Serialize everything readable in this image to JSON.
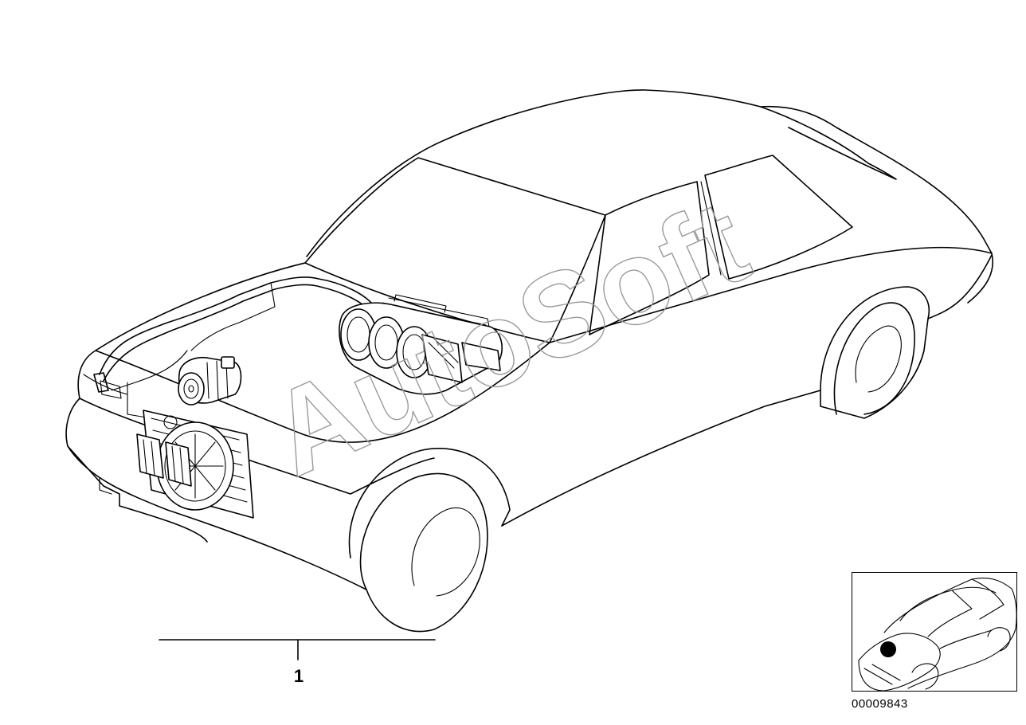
{
  "diagram": {
    "watermark_text": "AutoSoft",
    "callouts": [
      {
        "label": "1"
      }
    ],
    "image_id": "00009843",
    "colors": {
      "line": "#000000",
      "watermark": "#9a9a9a",
      "background": "#ffffff",
      "marker": "#000000"
    },
    "icons": {
      "thumbnail": "car-locator-icon",
      "marker": "location-dot-icon"
    }
  }
}
